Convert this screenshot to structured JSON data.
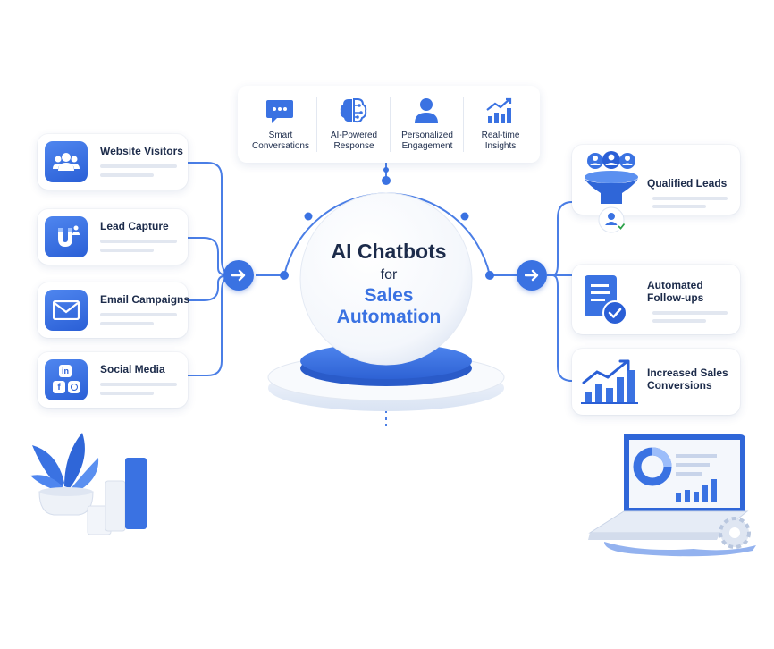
{
  "colors": {
    "primary": "#3a72e2",
    "dark_text": "#1c2b4a",
    "line": "#4a7ee6"
  },
  "hub": {
    "line1": "AI Chatbots",
    "line2": "for",
    "line3": "Sales",
    "line4": "Automation"
  },
  "features": [
    {
      "icon": "chat-bubble-icon",
      "line1": "Smart",
      "line2": "Conversations"
    },
    {
      "icon": "ai-brain-icon",
      "line1": "AI-Powered",
      "line2": "Response"
    },
    {
      "icon": "person-icon",
      "line1": "Personalized",
      "line2": "Engagement"
    },
    {
      "icon": "trend-chart-icon",
      "line1": "Real-time",
      "line2": "Insights"
    }
  ],
  "inputs": [
    {
      "icon": "users-icon",
      "label": "Website Visitors"
    },
    {
      "icon": "magnet-icon",
      "label": "Lead Capture"
    },
    {
      "icon": "envelope-icon",
      "label": "Email Campaigns"
    },
    {
      "icon": "social-media-icon",
      "label": "Social Media",
      "sub_icons": [
        "in",
        "f"
      ]
    }
  ],
  "outputs": [
    {
      "icon": "funnel-icon",
      "line1": "Qualified Leads",
      "line2": ""
    },
    {
      "icon": "document-check-icon",
      "line1": "Automated",
      "line2": "Follow-ups"
    },
    {
      "icon": "growth-chart-icon",
      "line1": "Increased Sales",
      "line2": "Conversions"
    }
  ]
}
